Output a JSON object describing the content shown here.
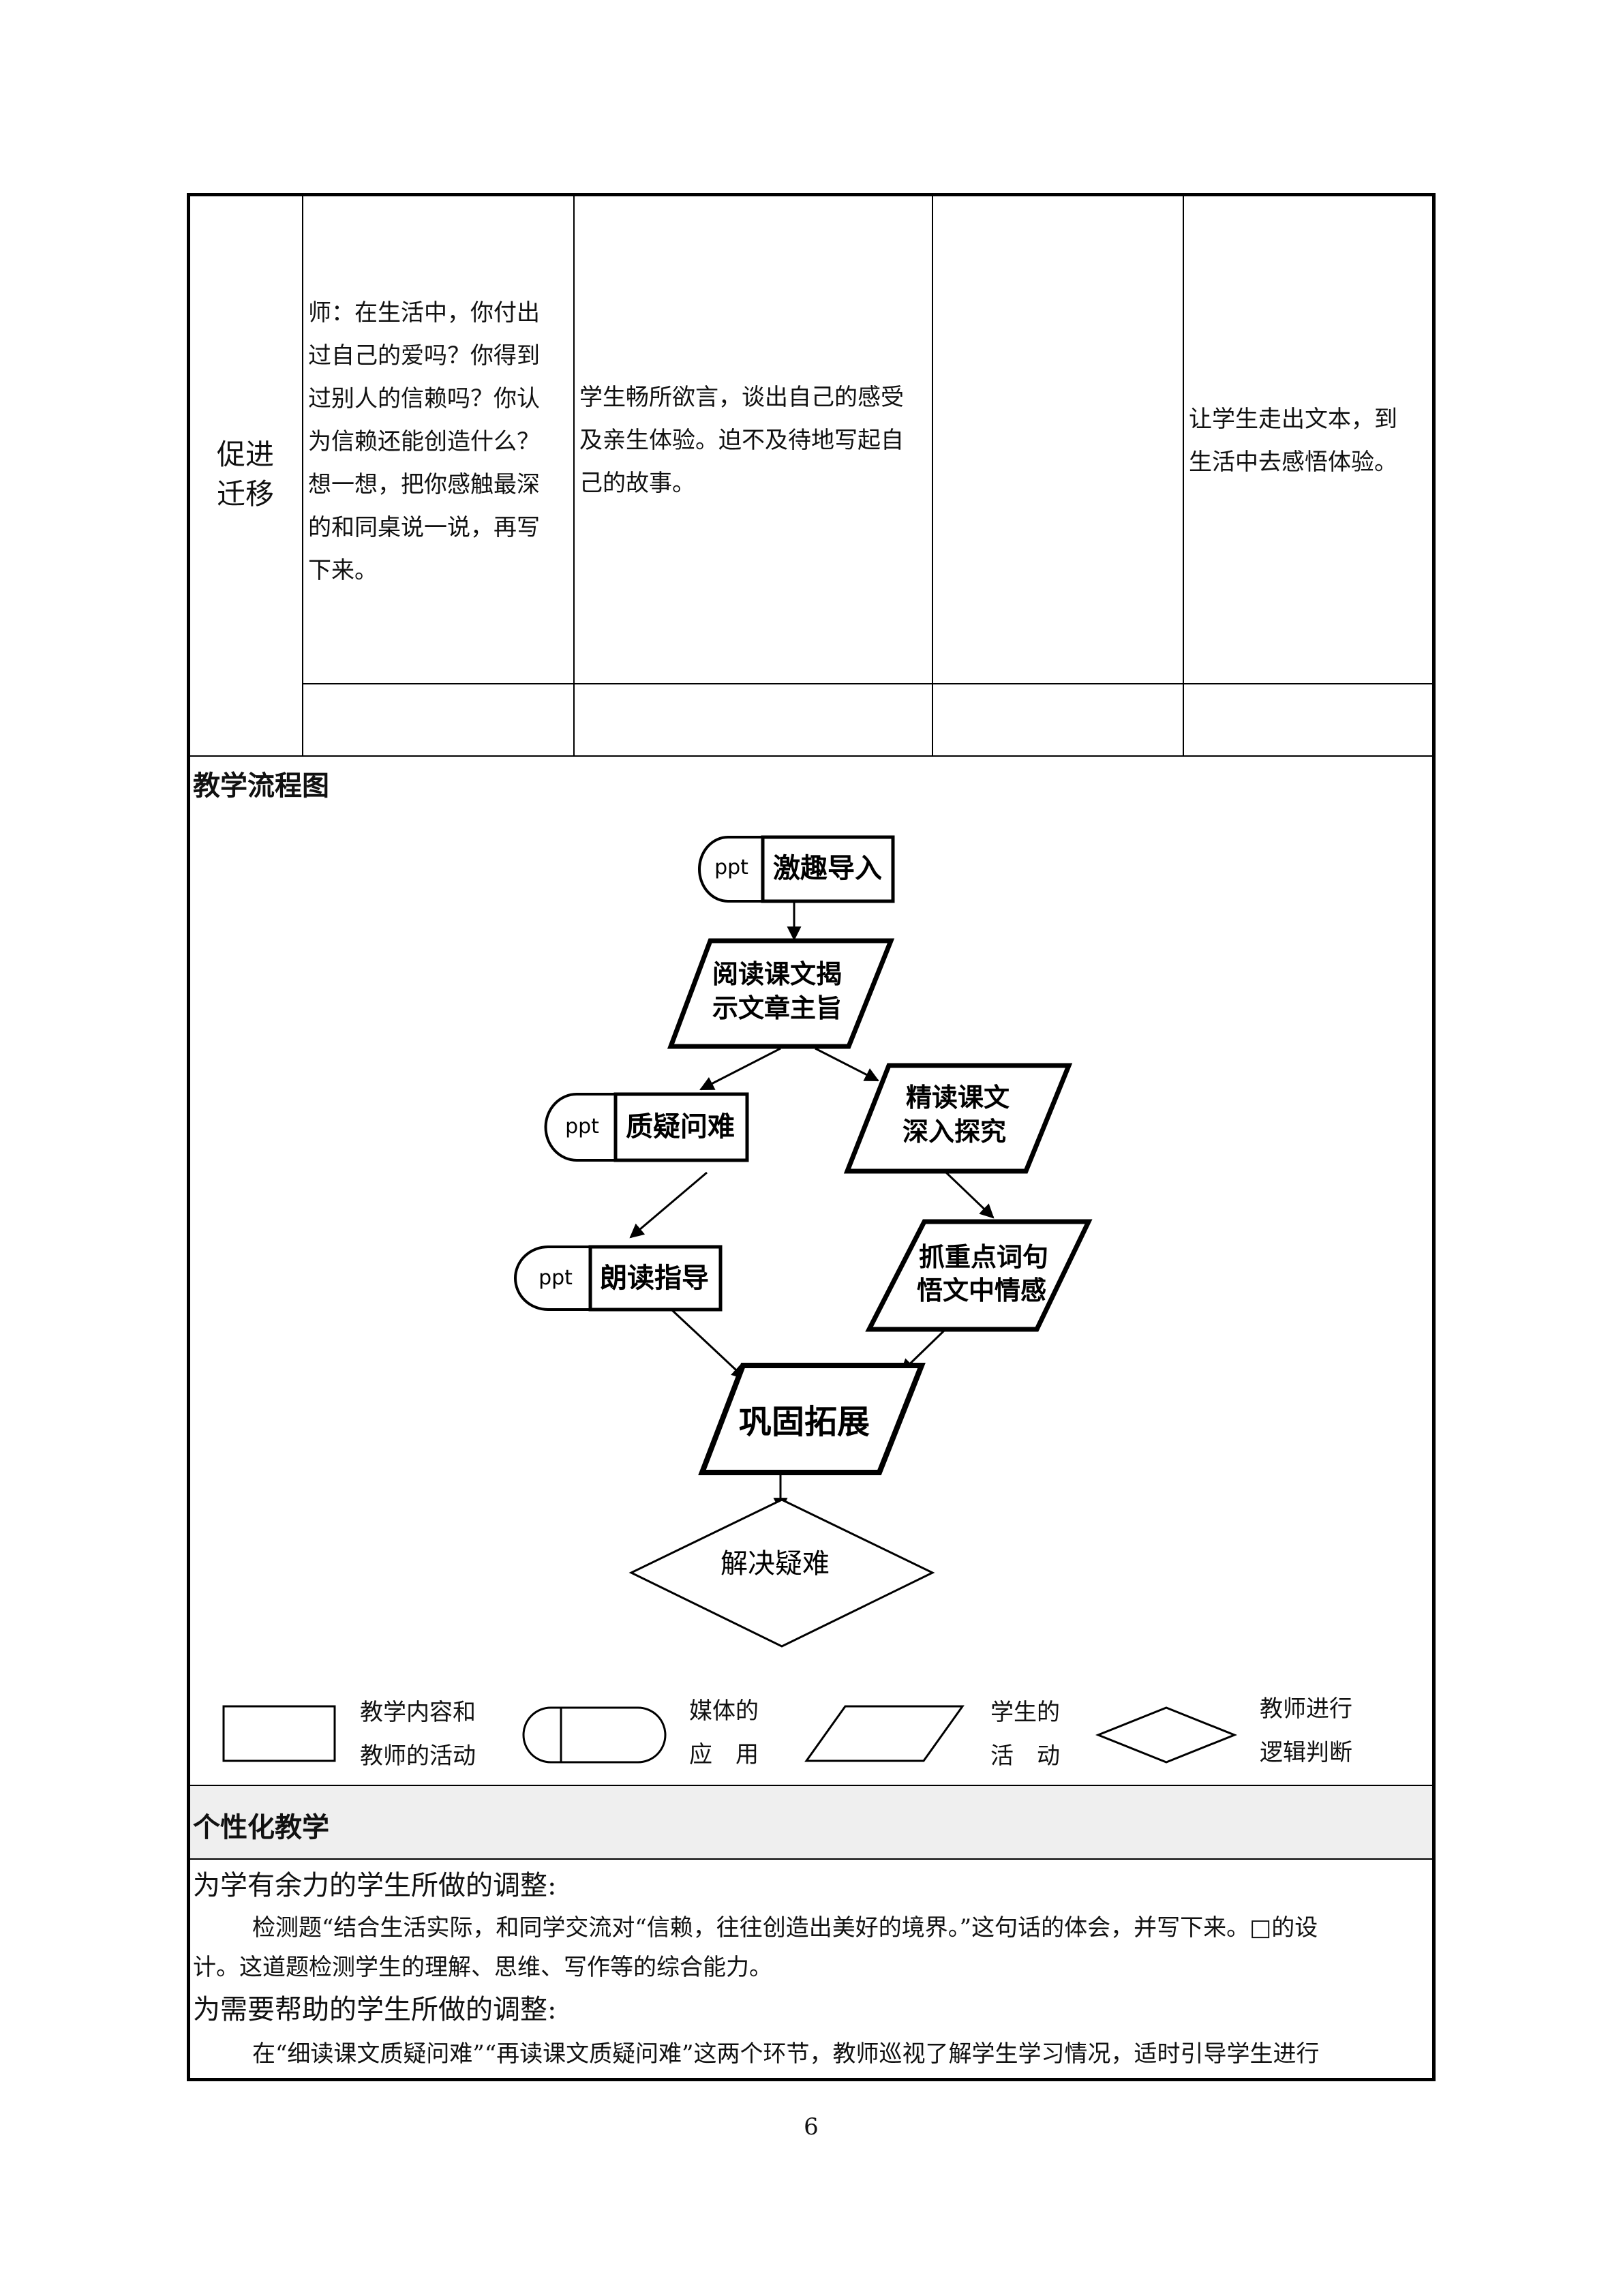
{
  "table": {
    "stage_label_line1": "促进",
    "stage_label_line2": "迁移",
    "teacher_activity": [
      "师：在生活中，你付出",
      "过自己的爱吗？你得到",
      "过别人的信赖吗？你认",
      "为信赖还能创造什么？",
      "想一想，把你感触最深",
      "的和同桌说一说，再写",
      "下来。"
    ],
    "student_activity": [
      "学生畅所欲言，谈出自己的感受",
      "及亲生体验。迫不及待地写起自",
      "己的故事。"
    ],
    "design_intent": [
      "让学生走出文本，到",
      "生活中去感悟体验。"
    ]
  },
  "flowchart": {
    "section_title": "教学流程图",
    "nodes": {
      "start_media": "ppt",
      "start": "激趣导入",
      "read_line1": "阅读课文揭",
      "read_line2": "示文章主旨",
      "question_media": "ppt",
      "question": "质疑问难",
      "deep_line1": "精读课文",
      "deep_line2": "深入探究",
      "recite_media": "ppt",
      "recite": "朗读指导",
      "grasp_line1": "抓重点词句",
      "grasp_line2": "悟文中情感",
      "consolidate": "巩固拓展",
      "solve": "解决疑难"
    },
    "legend": [
      {
        "shape": "rectangle",
        "line1": "教学内容和",
        "line2": "教师的活动"
      },
      {
        "shape": "rounded-media",
        "line1": "媒体的",
        "line2": "应　用"
      },
      {
        "shape": "parallelogram",
        "line1": "学生的",
        "line2": "活　动"
      },
      {
        "shape": "diamond",
        "line1": "教师进行",
        "line2": "逻辑判断"
      }
    ]
  },
  "personalized": {
    "section_title": "个性化教学",
    "advanced_title": "为学有余力的学生所做的调整:",
    "advanced_line1": "检测题“结合生活实际，和同学交流对“信赖，往往创造出美好的境界。”这句话的体会，并写下来。□的设",
    "advanced_line2": "计。这道题检测学生的理解、思维、写作等的综合能力。",
    "help_title": "为需要帮助的学生所做的调整:",
    "help_line1": "在“细读课文质疑问难”“再读课文质疑问难”这两个环节，教师巡视了解学生学习情况，适时引导学生进行"
  },
  "page_number": "6"
}
